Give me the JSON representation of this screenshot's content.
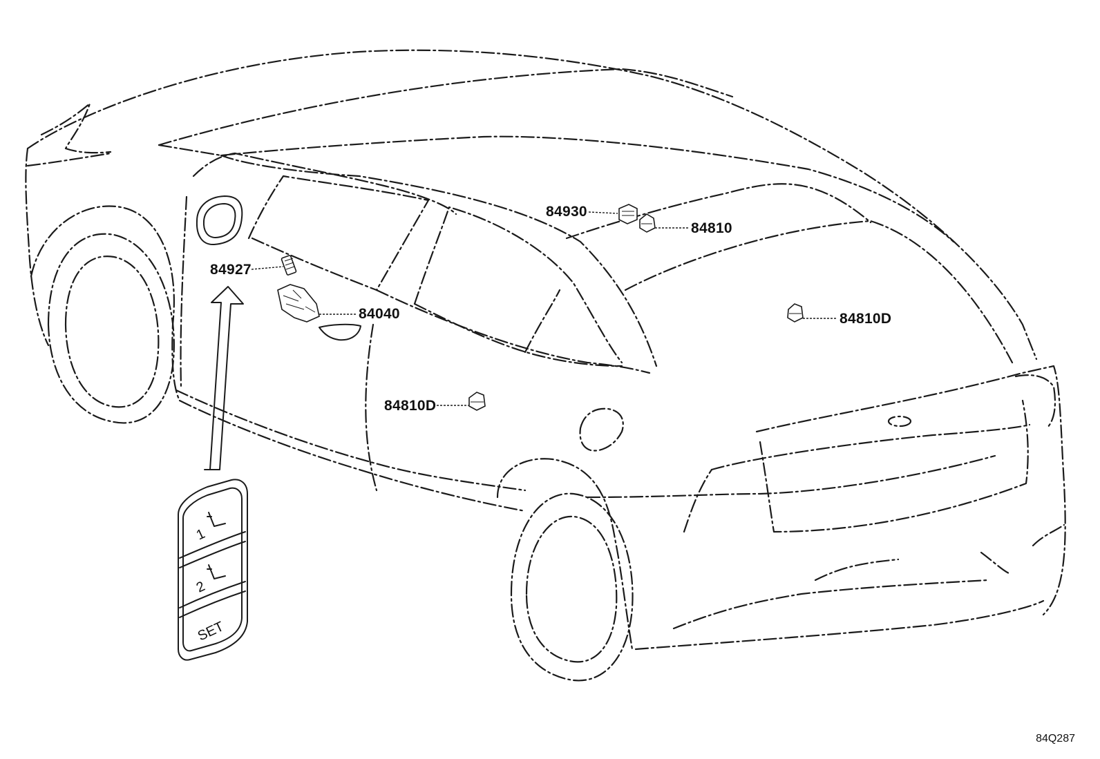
{
  "callouts": {
    "p84930": "84930",
    "p84810": "84810",
    "p84927": "84927",
    "p84040": "84040",
    "p84810D_roof": "84810D",
    "p84810D_door": "84810D"
  },
  "memory_switch": {
    "button1": "1",
    "button2": "2",
    "set": "SET"
  },
  "figure_id": "84Q287",
  "colors": {
    "line": "#1a1a1a",
    "background": "#ffffff"
  }
}
